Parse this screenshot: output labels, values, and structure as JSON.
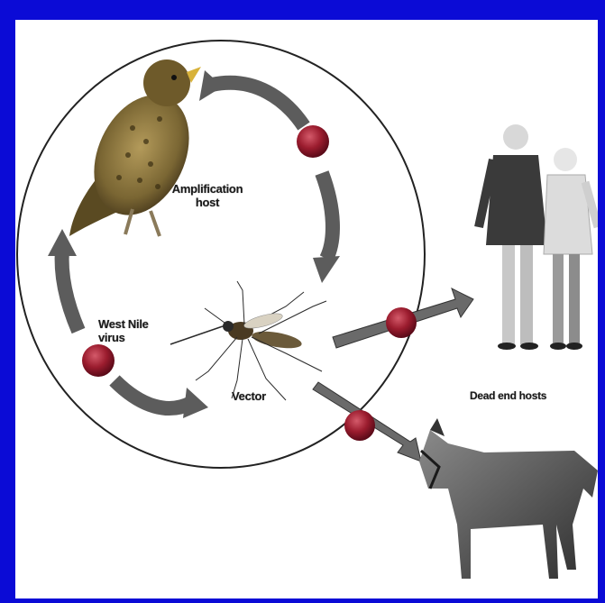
{
  "labels": {
    "amplification_line1": "Amplification",
    "amplification_line2": "host",
    "virus_line1": "West Nile",
    "virus_line2": "virus",
    "vector": "Vector",
    "dead_end": "Dead end hosts"
  },
  "colors": {
    "border": "#0b0bd6",
    "virus": "#9b1c2e",
    "arrow": "#5c5c5c"
  }
}
